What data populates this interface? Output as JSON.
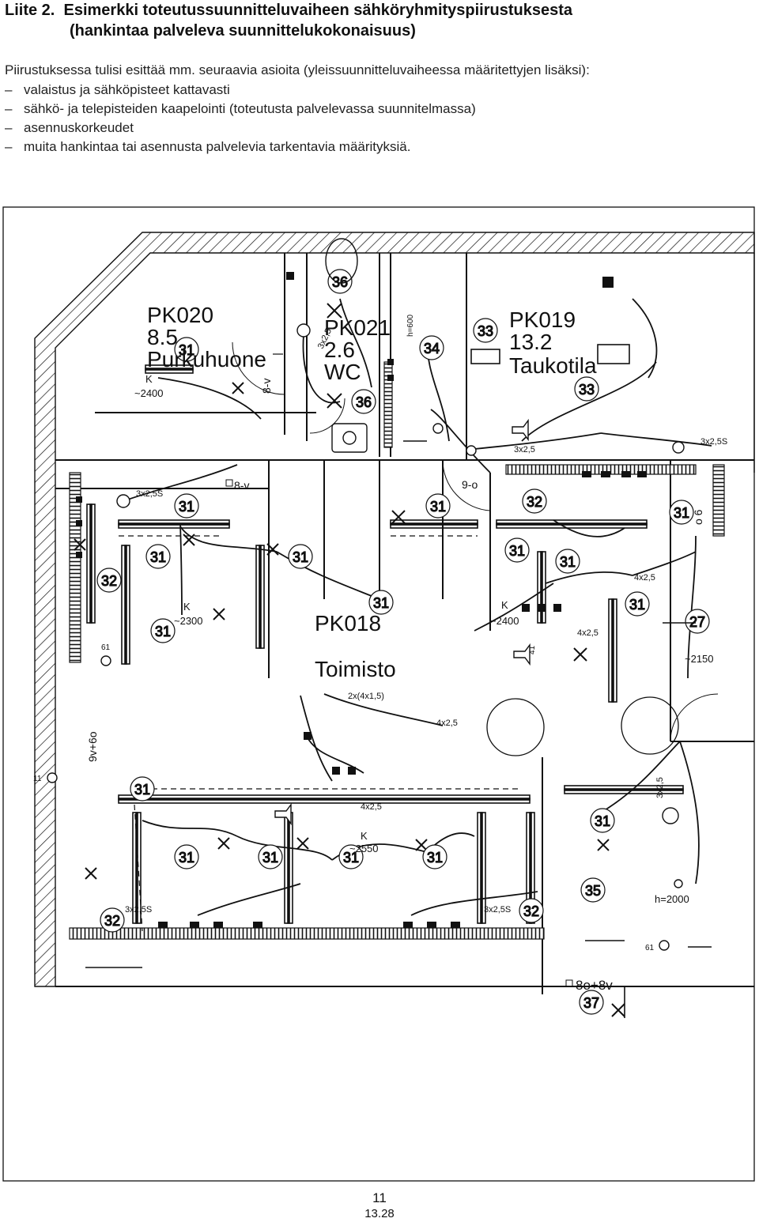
{
  "heading": {
    "label": "Liite 2.",
    "title_line1": "Esimerkki toteutussuunnitteluvaiheen sähköryhmityspiirustuksesta",
    "title_line2": "(hankintaa palveleva suunnittelukokonaisuus)"
  },
  "intro": "Piirustuksessa tulisi esittää mm. seuraavia asioita (yleissuunnitteluvaiheessa määritettyjen lisäksi):",
  "bullets": [
    "valaistus ja sähköpisteet kattavasti",
    "sähkö- ja telepisteiden kaapelointi (toteutusta palvelevassa suunnitelmassa)",
    "asennuskorkeudet",
    "muita hankintaa tai asennusta palvelevia tarkentavia määrityksiä."
  ],
  "plan": {
    "rooms": [
      {
        "code": "PK020",
        "area": "8.5",
        "name": "Purkuhuone"
      },
      {
        "code": "PK021",
        "area": "2.6",
        "name": "WC"
      },
      {
        "code": "PK019",
        "area": "13.2",
        "name": "Taukotila"
      },
      {
        "code": "PK018",
        "area": "",
        "name": "Toimisto"
      }
    ],
    "circuits": [
      "31",
      "31",
      "31",
      "31",
      "31",
      "31",
      "31",
      "31",
      "31",
      "31",
      "31",
      "31",
      "31",
      "31",
      "31",
      "31",
      "31",
      "32",
      "32",
      "32",
      "32",
      "33",
      "33",
      "34",
      "35",
      "36",
      "36",
      "37",
      "27"
    ],
    "cables": [
      "3x2,5",
      "3x2,5",
      "3x2,5S",
      "3x2,5S",
      "3x2,5S",
      "3x2,5S",
      "4x2,5",
      "4x2,5",
      "4x2,5",
      "4x2,5",
      "2x(4x1,5)",
      "3x2,5"
    ],
    "heights": [
      "~2400",
      "~2300",
      "~2400",
      "~2550",
      "~2150",
      "h=2000",
      "h=600"
    ],
    "socket_labels": [
      "8-v",
      "8-v",
      "9-o",
      "9v+6o",
      "8o+8v",
      "o 6",
      "61",
      "61",
      "41",
      "11"
    ],
    "k_marks": [
      "K",
      "K",
      "K",
      "K"
    ]
  },
  "footer": {
    "page": "11",
    "code": "13.28"
  }
}
